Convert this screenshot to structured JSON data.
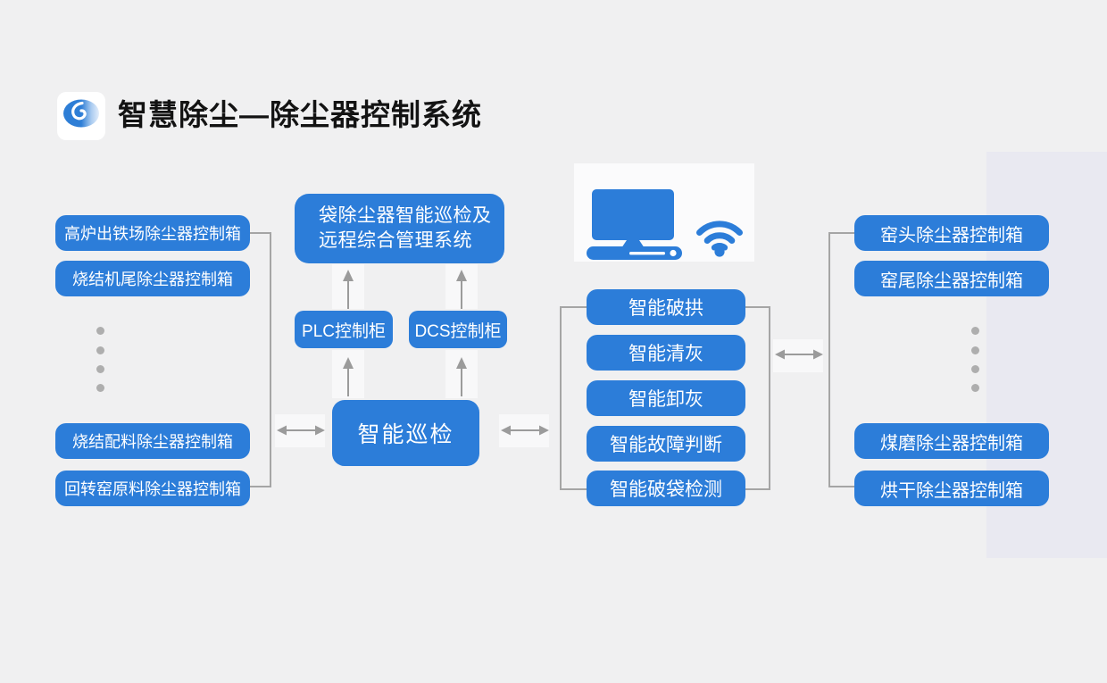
{
  "title": "智慧除尘—除尘器控制系统",
  "colors": {
    "accent_blue": "#2c7dd9",
    "line_gray": "#a5a5a5",
    "background": "#f0f0f1",
    "accent_panel": "#e9e9f1"
  },
  "left_group": {
    "top_boxes": [
      "高炉出铁场除尘器控制箱",
      "烧结机尾除尘器控制箱"
    ],
    "bottom_boxes": [
      "烧结配料除尘器控制箱",
      "回转窑原料除尘器控制箱"
    ]
  },
  "center": {
    "management_system": {
      "line1": "袋除尘器智能巡检及",
      "line2": "远程综合管理系统"
    },
    "plc_cabinet": "PLC控制柜",
    "dcs_cabinet": "DCS控制柜",
    "smart_patrol": "智能巡检"
  },
  "function_boxes": [
    "智能破拱",
    "智能清灰",
    "智能卸灰",
    "智能故障判断",
    "智能破袋检测"
  ],
  "right_group": {
    "top_boxes": [
      "窑头除尘器控制箱",
      "窑尾除尘器控制箱"
    ],
    "bottom_boxes": [
      "煤磨除尘器控制箱",
      "烘干除尘器控制箱"
    ]
  },
  "icons": {
    "logo": "swirl-logo-icon",
    "computer": "computer-icon",
    "wifi": "wifi-icon",
    "ellipsis": "ellipsis-dots",
    "arrows": "gray connector arrows"
  }
}
